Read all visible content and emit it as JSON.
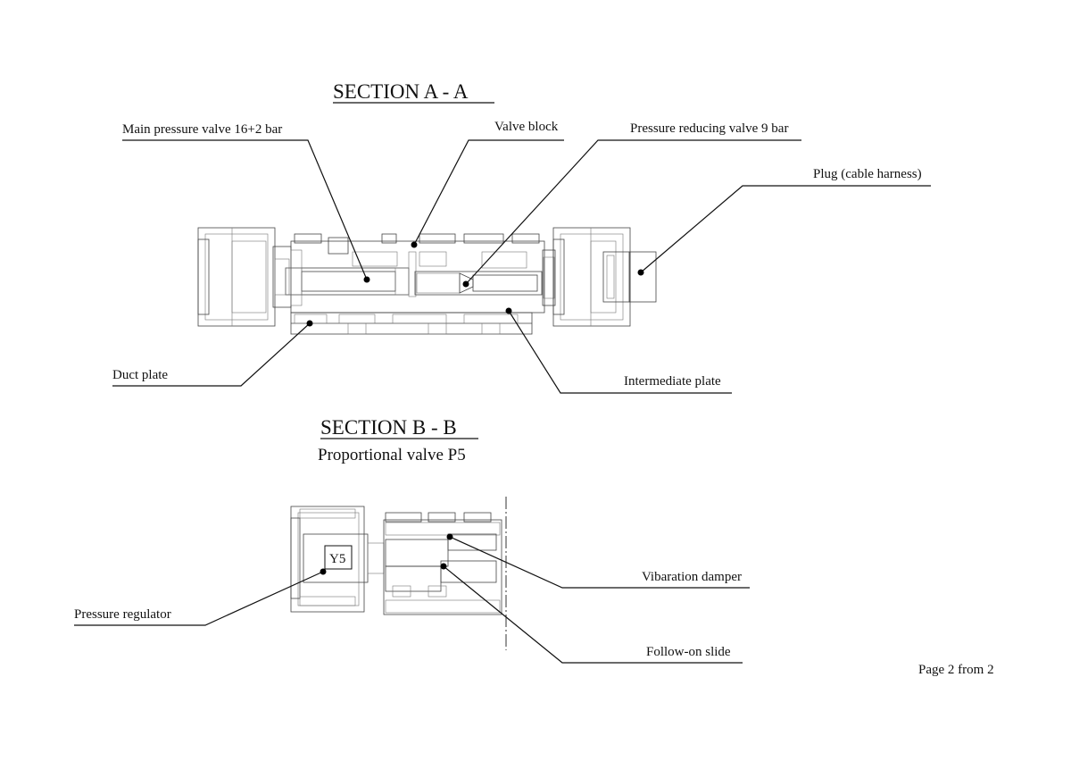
{
  "section_a": {
    "title": "SECTION A - A",
    "labels": {
      "main_pressure_valve": "Main pressure valve 16+2 bar",
      "valve_block": "Valve block",
      "pressure_reducing_valve": "Pressure reducing valve 9 bar",
      "plug": "Plug (cable harness)",
      "duct_plate": "Duct plate",
      "intermediate_plate": "Intermediate plate"
    }
  },
  "section_b": {
    "title": "SECTION B - B",
    "subtitle": "Proportional valve P5",
    "labels": {
      "y5": "Y5",
      "vibration_damper": "Vibaration damper",
      "pressure_regulator": "Pressure regulator",
      "follow_on_slide": "Follow-on slide"
    }
  },
  "footer": {
    "page": "Page 2 from 2"
  }
}
